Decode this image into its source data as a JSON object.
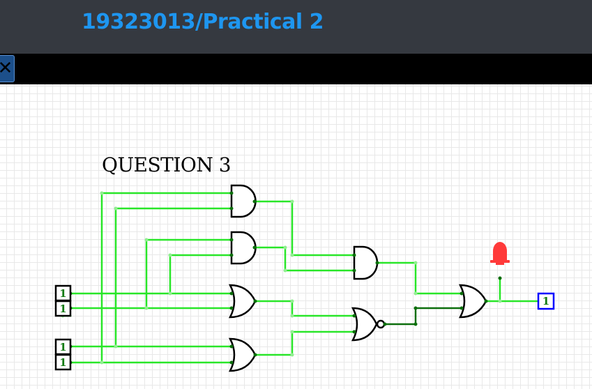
{
  "window": {
    "title": "19323013/Practical 2"
  },
  "toolbar": {
    "close_label": "✕",
    "close_icon": "close-icon"
  },
  "circuit": {
    "label": "QUESTION 3",
    "inputs": [
      {
        "value": "1"
      },
      {
        "value": "1"
      },
      {
        "value": "1"
      },
      {
        "value": "1"
      }
    ],
    "output": {
      "value": "1"
    },
    "led": {
      "state": "on",
      "color": "#ff3a3a"
    },
    "gates": [
      "AND",
      "AND",
      "OR",
      "OR",
      "AND",
      "NOR",
      "OR"
    ],
    "colors": {
      "wire_high": "#28e628",
      "wire_low": "#0c6e0c",
      "gate": "#000000",
      "output_border": "#0000ff",
      "input_text": "#127a12"
    }
  }
}
